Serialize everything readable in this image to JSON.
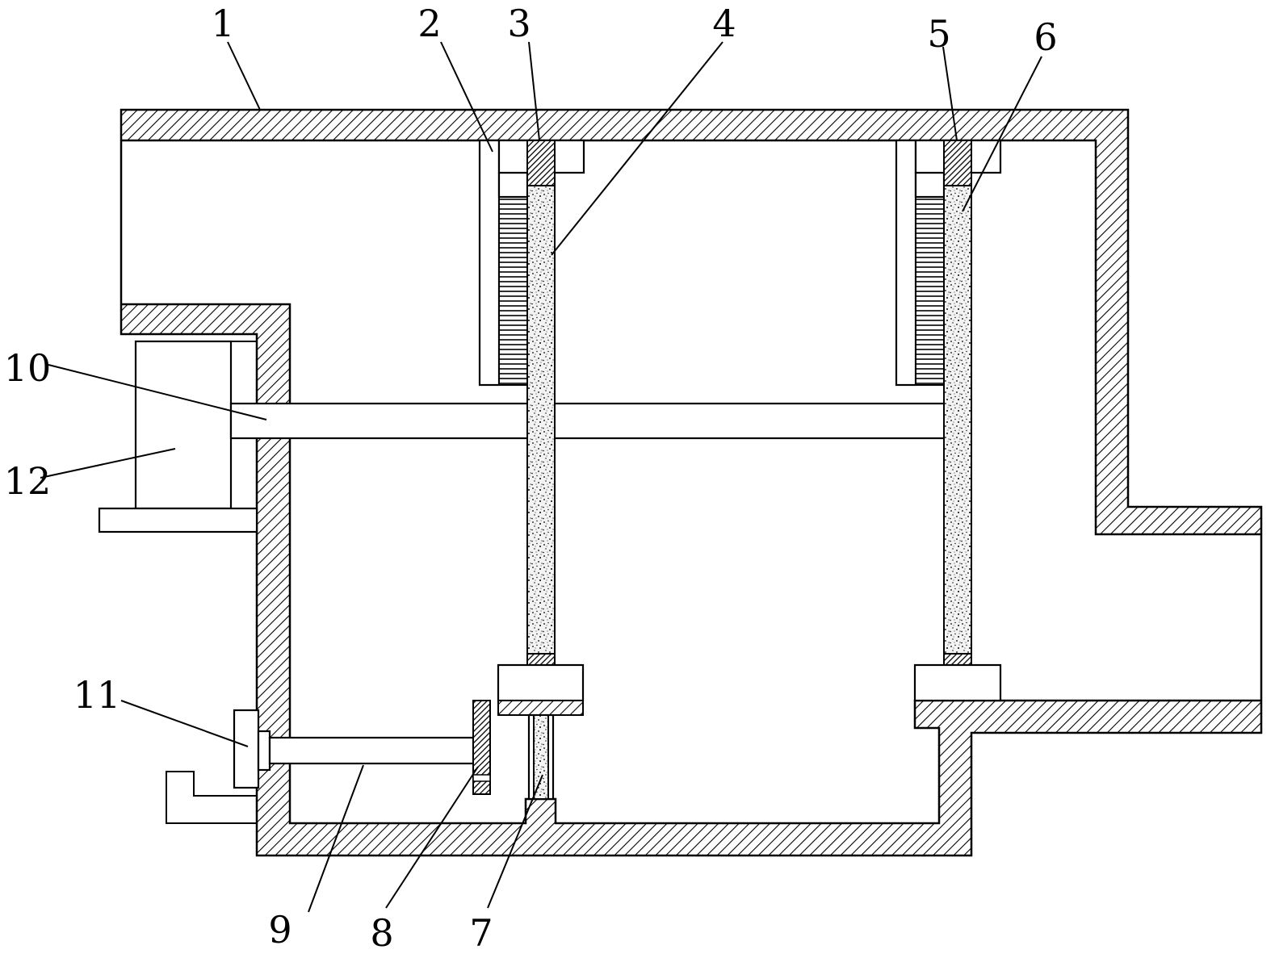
{
  "diagram": {
    "labels": {
      "n1": "1",
      "n2": "2",
      "n3": "3",
      "n4": "4",
      "n5": "5",
      "n6": "6",
      "n7": "7",
      "n8": "8",
      "n9": "9",
      "n10": "10",
      "n11": "11",
      "n12": "12"
    }
  }
}
